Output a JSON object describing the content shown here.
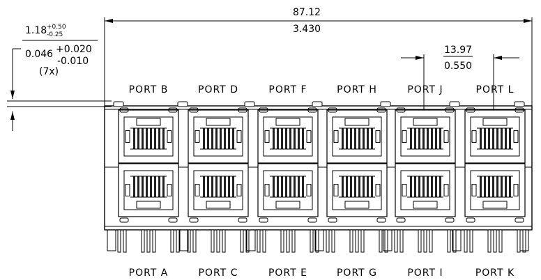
{
  "dimensions": {
    "overall_width": {
      "mm": "87.12",
      "in": "3.430"
    },
    "pitch": {
      "mm": "13.97",
      "in": "0.550"
    },
    "offset": {
      "mm": "1.18",
      "mm_plus": "+0.50",
      "mm_minus": "-0.25",
      "in": "0.046",
      "in_plus": "+0.020",
      "in_minus": "-0.010",
      "count": "(7x)"
    }
  },
  "ports_top": [
    "PORT B",
    "PORT D",
    "PORT F",
    "PORT H",
    "PORT J",
    "PORT L"
  ],
  "ports_bottom": [
    "PORT A",
    "PORT C",
    "PORT E",
    "PORT G",
    "PORT I",
    "PORT K"
  ]
}
